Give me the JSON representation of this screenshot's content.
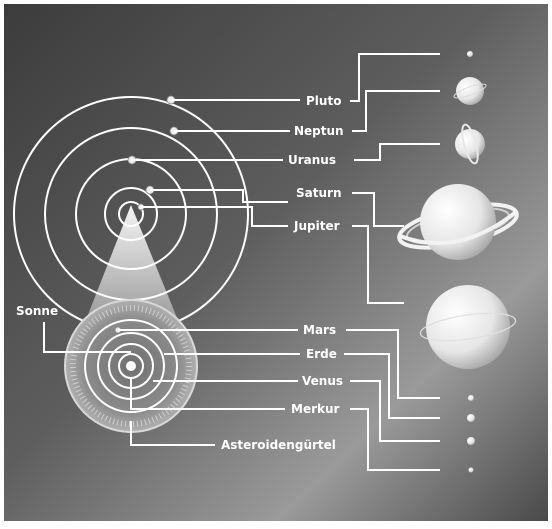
{
  "labels": {
    "pluto": "Pluto",
    "neptun": "Neptun",
    "uranus": "Uranus",
    "saturn": "Saturn",
    "jupiter": "Jupiter",
    "sonne": "Sonne",
    "mars": "Mars",
    "erde": "Erde",
    "venus": "Venus",
    "merkur": "Merkur",
    "asteroiden": "Asteroidengürtel"
  },
  "colors": {
    "background_dark": "#3a3a3a",
    "background_light": "#9a9a9a",
    "lines": "#ffffff",
    "text": "#ffffff"
  }
}
